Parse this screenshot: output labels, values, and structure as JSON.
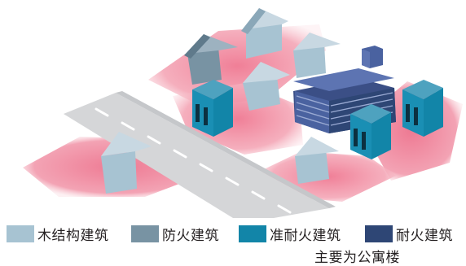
{
  "legend": {
    "items": [
      {
        "label": "木结构建筑",
        "color": "#a7c3d2"
      },
      {
        "label": "防火建筑",
        "color": "#7893a3"
      },
      {
        "label": "准耐火建筑",
        "color": "#1285a8"
      },
      {
        "label": "耐火建筑",
        "color": "#2e4675"
      }
    ],
    "note": "主要为公寓楼"
  },
  "colors": {
    "zone": "#f2a2b0",
    "road": "#d5d6d8",
    "road_marking": "#ffffff"
  }
}
